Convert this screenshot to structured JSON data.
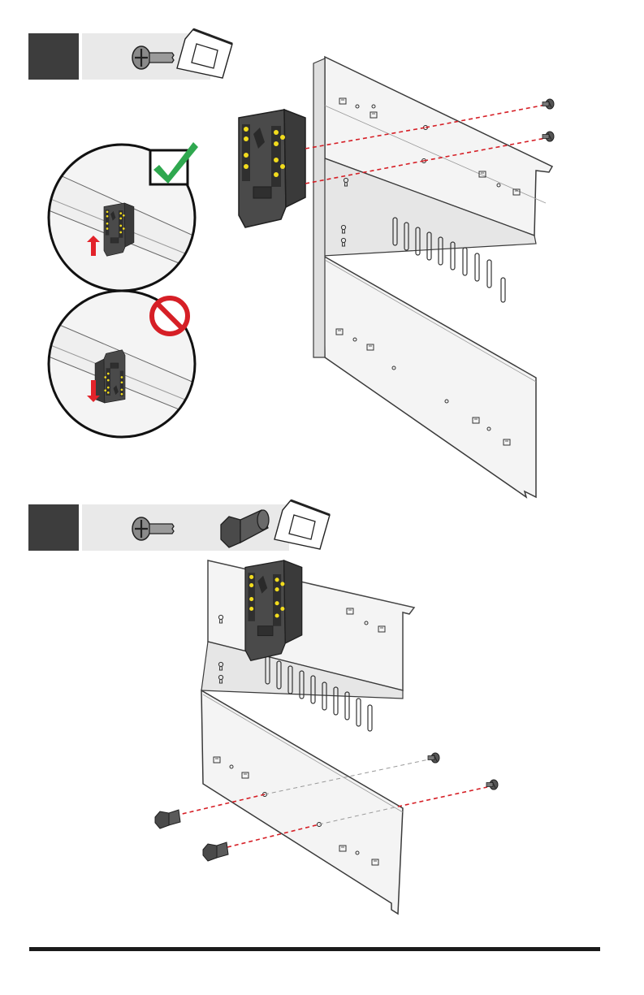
{
  "page": {
    "type": "assembly-instructions",
    "background": "#ffffff"
  },
  "colors": {
    "panel_fill": "#f2f2f2",
    "panel_stroke": "#3a3a3a",
    "step_box": "#3d3d3d",
    "parts_strip": "#e9e9e9",
    "guide_line_red": "#d61f26",
    "guide_line_grey": "#9a9a9a",
    "bracket_body": "#4a4a4a",
    "bracket_dark": "#2f2f2f",
    "bracket_accent_yellow": "#f2dc1d",
    "check_green": "#2fa84f",
    "prohibit_red": "#d61f26",
    "arrow_red": "#e2232a",
    "bottom_rule": "#1a1a1a"
  },
  "steps": [
    {
      "parts_icons": [
        "screw-icon",
        "hardware-bag-icon"
      ],
      "detail_insets": [
        {
          "verdict_icon": "checkmark-icon",
          "arrow_icon": "arrow-up-icon"
        },
        {
          "verdict_icon": "prohibited-icon",
          "arrow_icon": "arrow-down-icon"
        }
      ],
      "fastener_count": 2
    },
    {
      "parts_icons": [
        "screw-icon",
        "hex-standoff-icon",
        "hardware-bag-icon"
      ],
      "fastener_count": 2,
      "standoff_count": 2
    }
  ]
}
